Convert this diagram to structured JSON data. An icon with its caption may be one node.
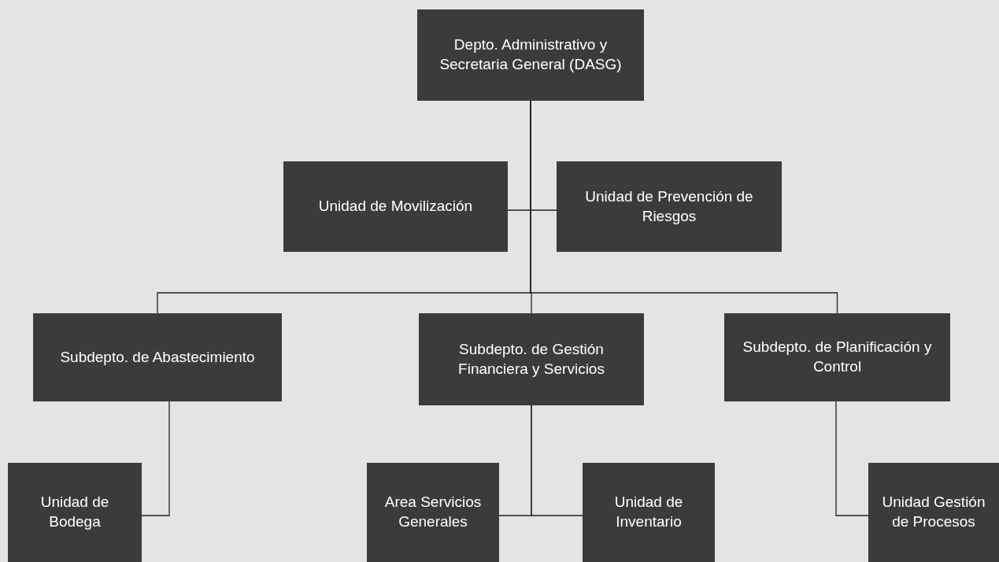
{
  "diagram": {
    "nodes": [
      {
        "text": [
          "Depto. Administrativo y Secretaria General (DASG)"
        ]
      },
      {
        "text": [
          "Unidad de Movilización"
        ]
      },
      {
        "text": [
          "Unidad de Prevención de Riesgos"
        ]
      },
      {
        "text": [
          "Subdepto. de Abastecimiento"
        ]
      },
      {
        "text": [
          "Subdepto. de Gestión Financiera y Servicios"
        ]
      },
      {
        "text": [
          "Subdepto. de Planificación y Control"
        ]
      },
      {
        "text": [
          "Unidad de Bodega"
        ]
      },
      {
        "text": [
          "Area Servicios Generales"
        ]
      },
      {
        "text": [
          "Unidad de Inventario"
        ]
      },
      {
        "text": [
          "Unidad Gestión de Procesos"
        ]
      }
    ],
    "edges": [
      {
        "from": 0,
        "to": 1,
        "arrow": "none"
      },
      {
        "from": 0,
        "to": 2,
        "arrow": "none"
      },
      {
        "from": 0,
        "to": 3,
        "arrow": "none"
      },
      {
        "from": 0,
        "to": 4,
        "arrow": "none"
      },
      {
        "from": 0,
        "to": 5,
        "arrow": "none"
      },
      {
        "from": 3,
        "to": 6,
        "arrow": "none"
      },
      {
        "from": 4,
        "to": 7,
        "arrow": "none"
      },
      {
        "from": 4,
        "to": 8,
        "arrow": "none"
      },
      {
        "from": 5,
        "to": 9,
        "arrow": "none"
      }
    ]
  }
}
